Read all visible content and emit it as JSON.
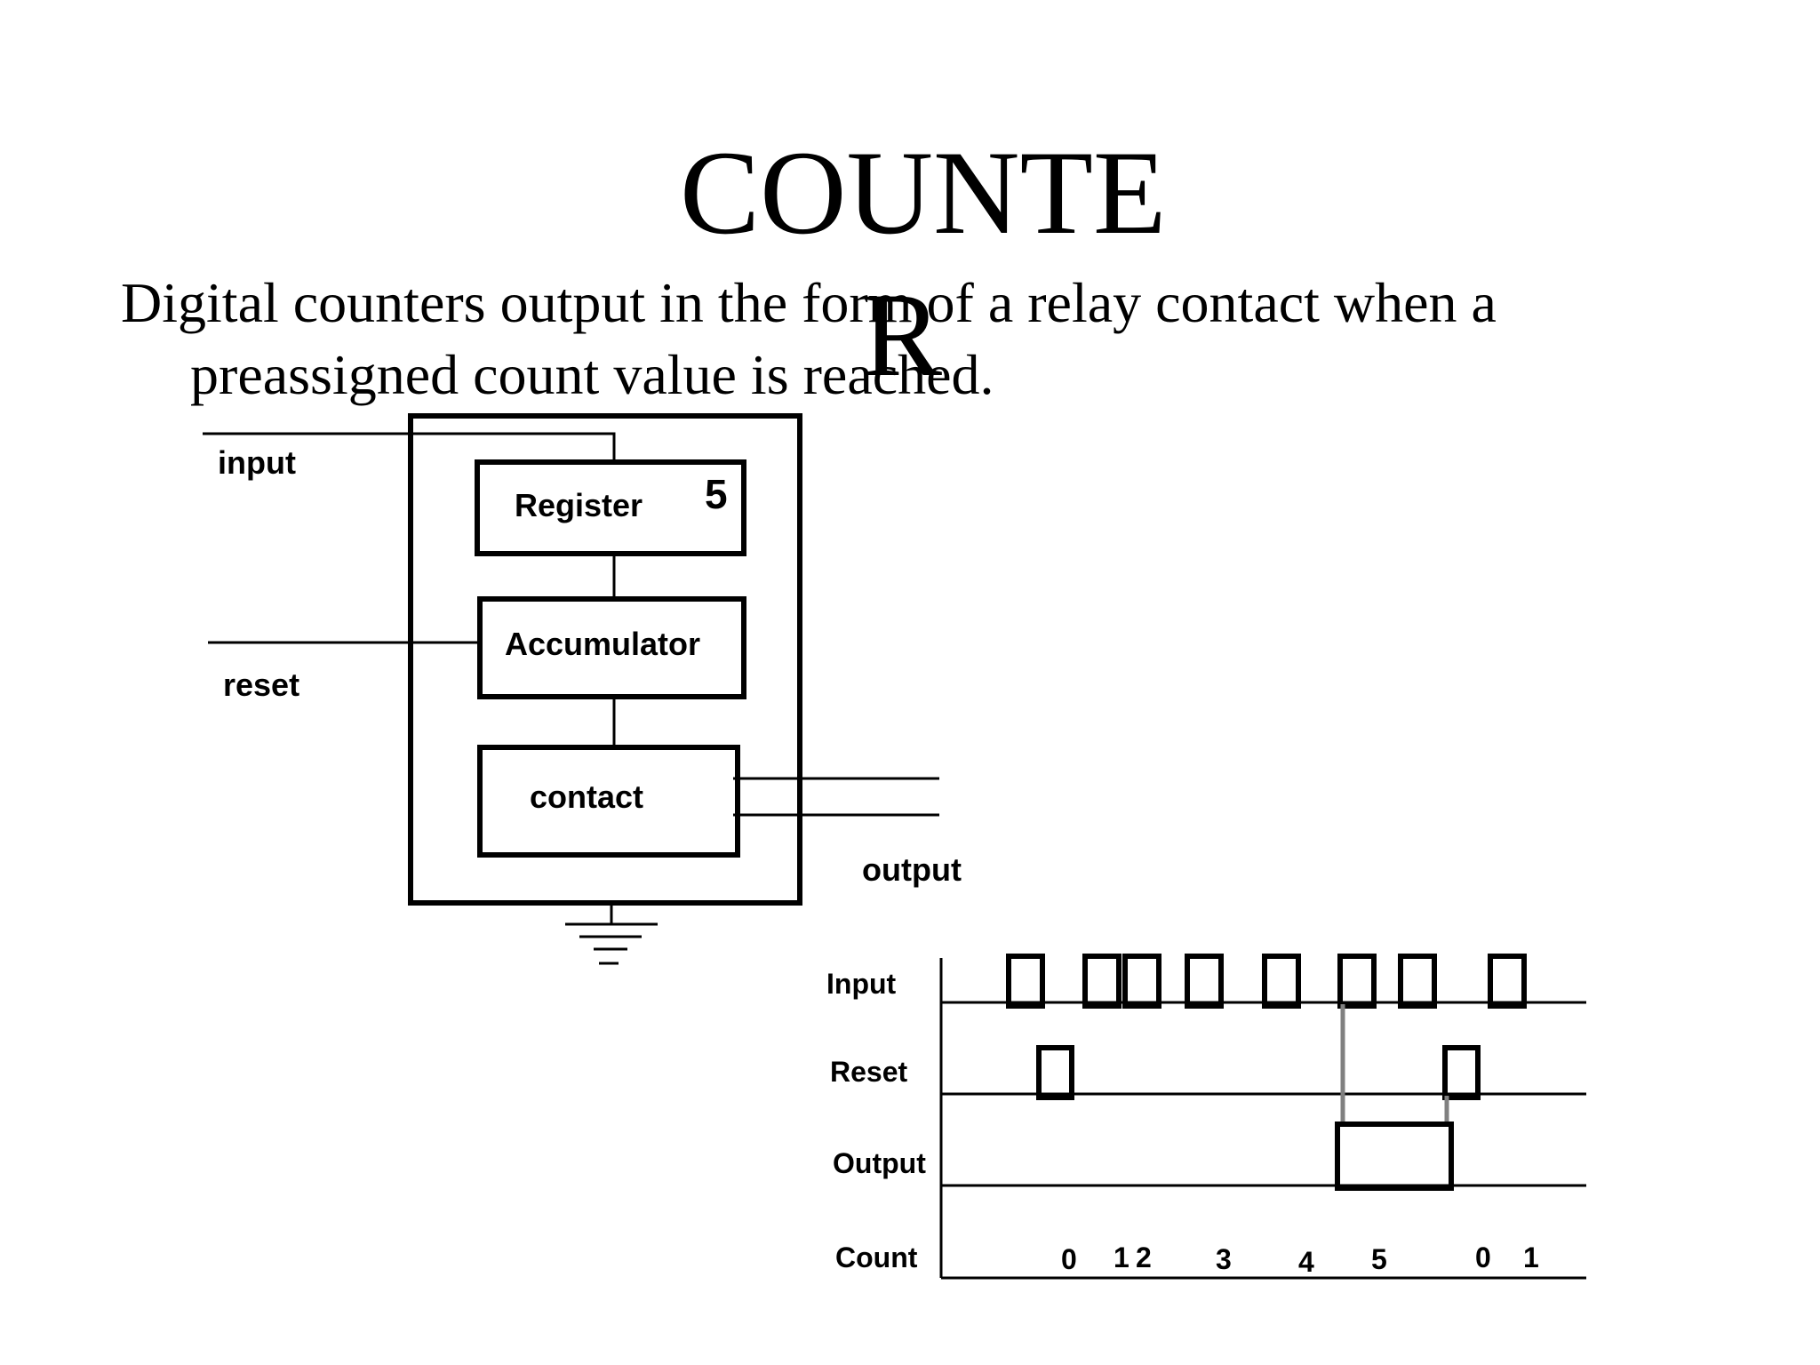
{
  "slide": {
    "title_line_1": "COUNTE",
    "title_line_2": "R",
    "body_line_1": "Digital counters output in the form of a relay contact when a",
    "body_line_2": "preassigned count value is reached."
  },
  "block_diagram": {
    "input_label": "input",
    "reset_label": "reset",
    "output_label": "output",
    "register_label": "Register",
    "register_value": "5",
    "accumulator_label": "Accumulator",
    "contact_label": "contact"
  },
  "timing_diagram": {
    "row_labels": {
      "input": "Input",
      "reset": "Reset",
      "output": "Output",
      "count": "Count"
    },
    "count_values": [
      "0",
      "1",
      "2",
      "3",
      "4",
      "5",
      "0",
      "1"
    ]
  },
  "colors": {
    "line": "#000000",
    "guide_line": "#808080",
    "background": "#ffffff"
  }
}
